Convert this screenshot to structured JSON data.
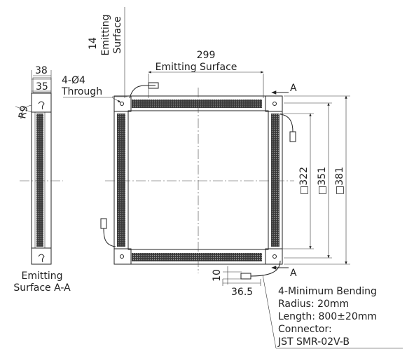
{
  "labels": {
    "surface_14_num": "14",
    "surface_14_l1": "Emitting",
    "surface_14_l2": "Surface",
    "width_299": "299",
    "width_299_label": "Emitting Surface",
    "holes": "4-Ø4",
    "holes_through": "Through",
    "side_38": "38",
    "side_35": "35",
    "radius_r9": "R9",
    "section_a_top": "A",
    "section_a_bottom": "A",
    "dim_322": "□322",
    "dim_351": "□351",
    "dim_381": "□381",
    "dim_10": "10",
    "dim_36_5": "36.5",
    "section_caption_l1": "Emitting",
    "section_caption_l2": "Surface A-A",
    "note_l1": "4-Minimum Bending",
    "note_l2": "Radius: 20mm",
    "note_l3": "Length: 800±20mm",
    "note_l4": "Connector:",
    "note_l5": "JST SMR-02V-B"
  },
  "colors": {
    "line": "#222222",
    "led_strip": "#555555"
  }
}
